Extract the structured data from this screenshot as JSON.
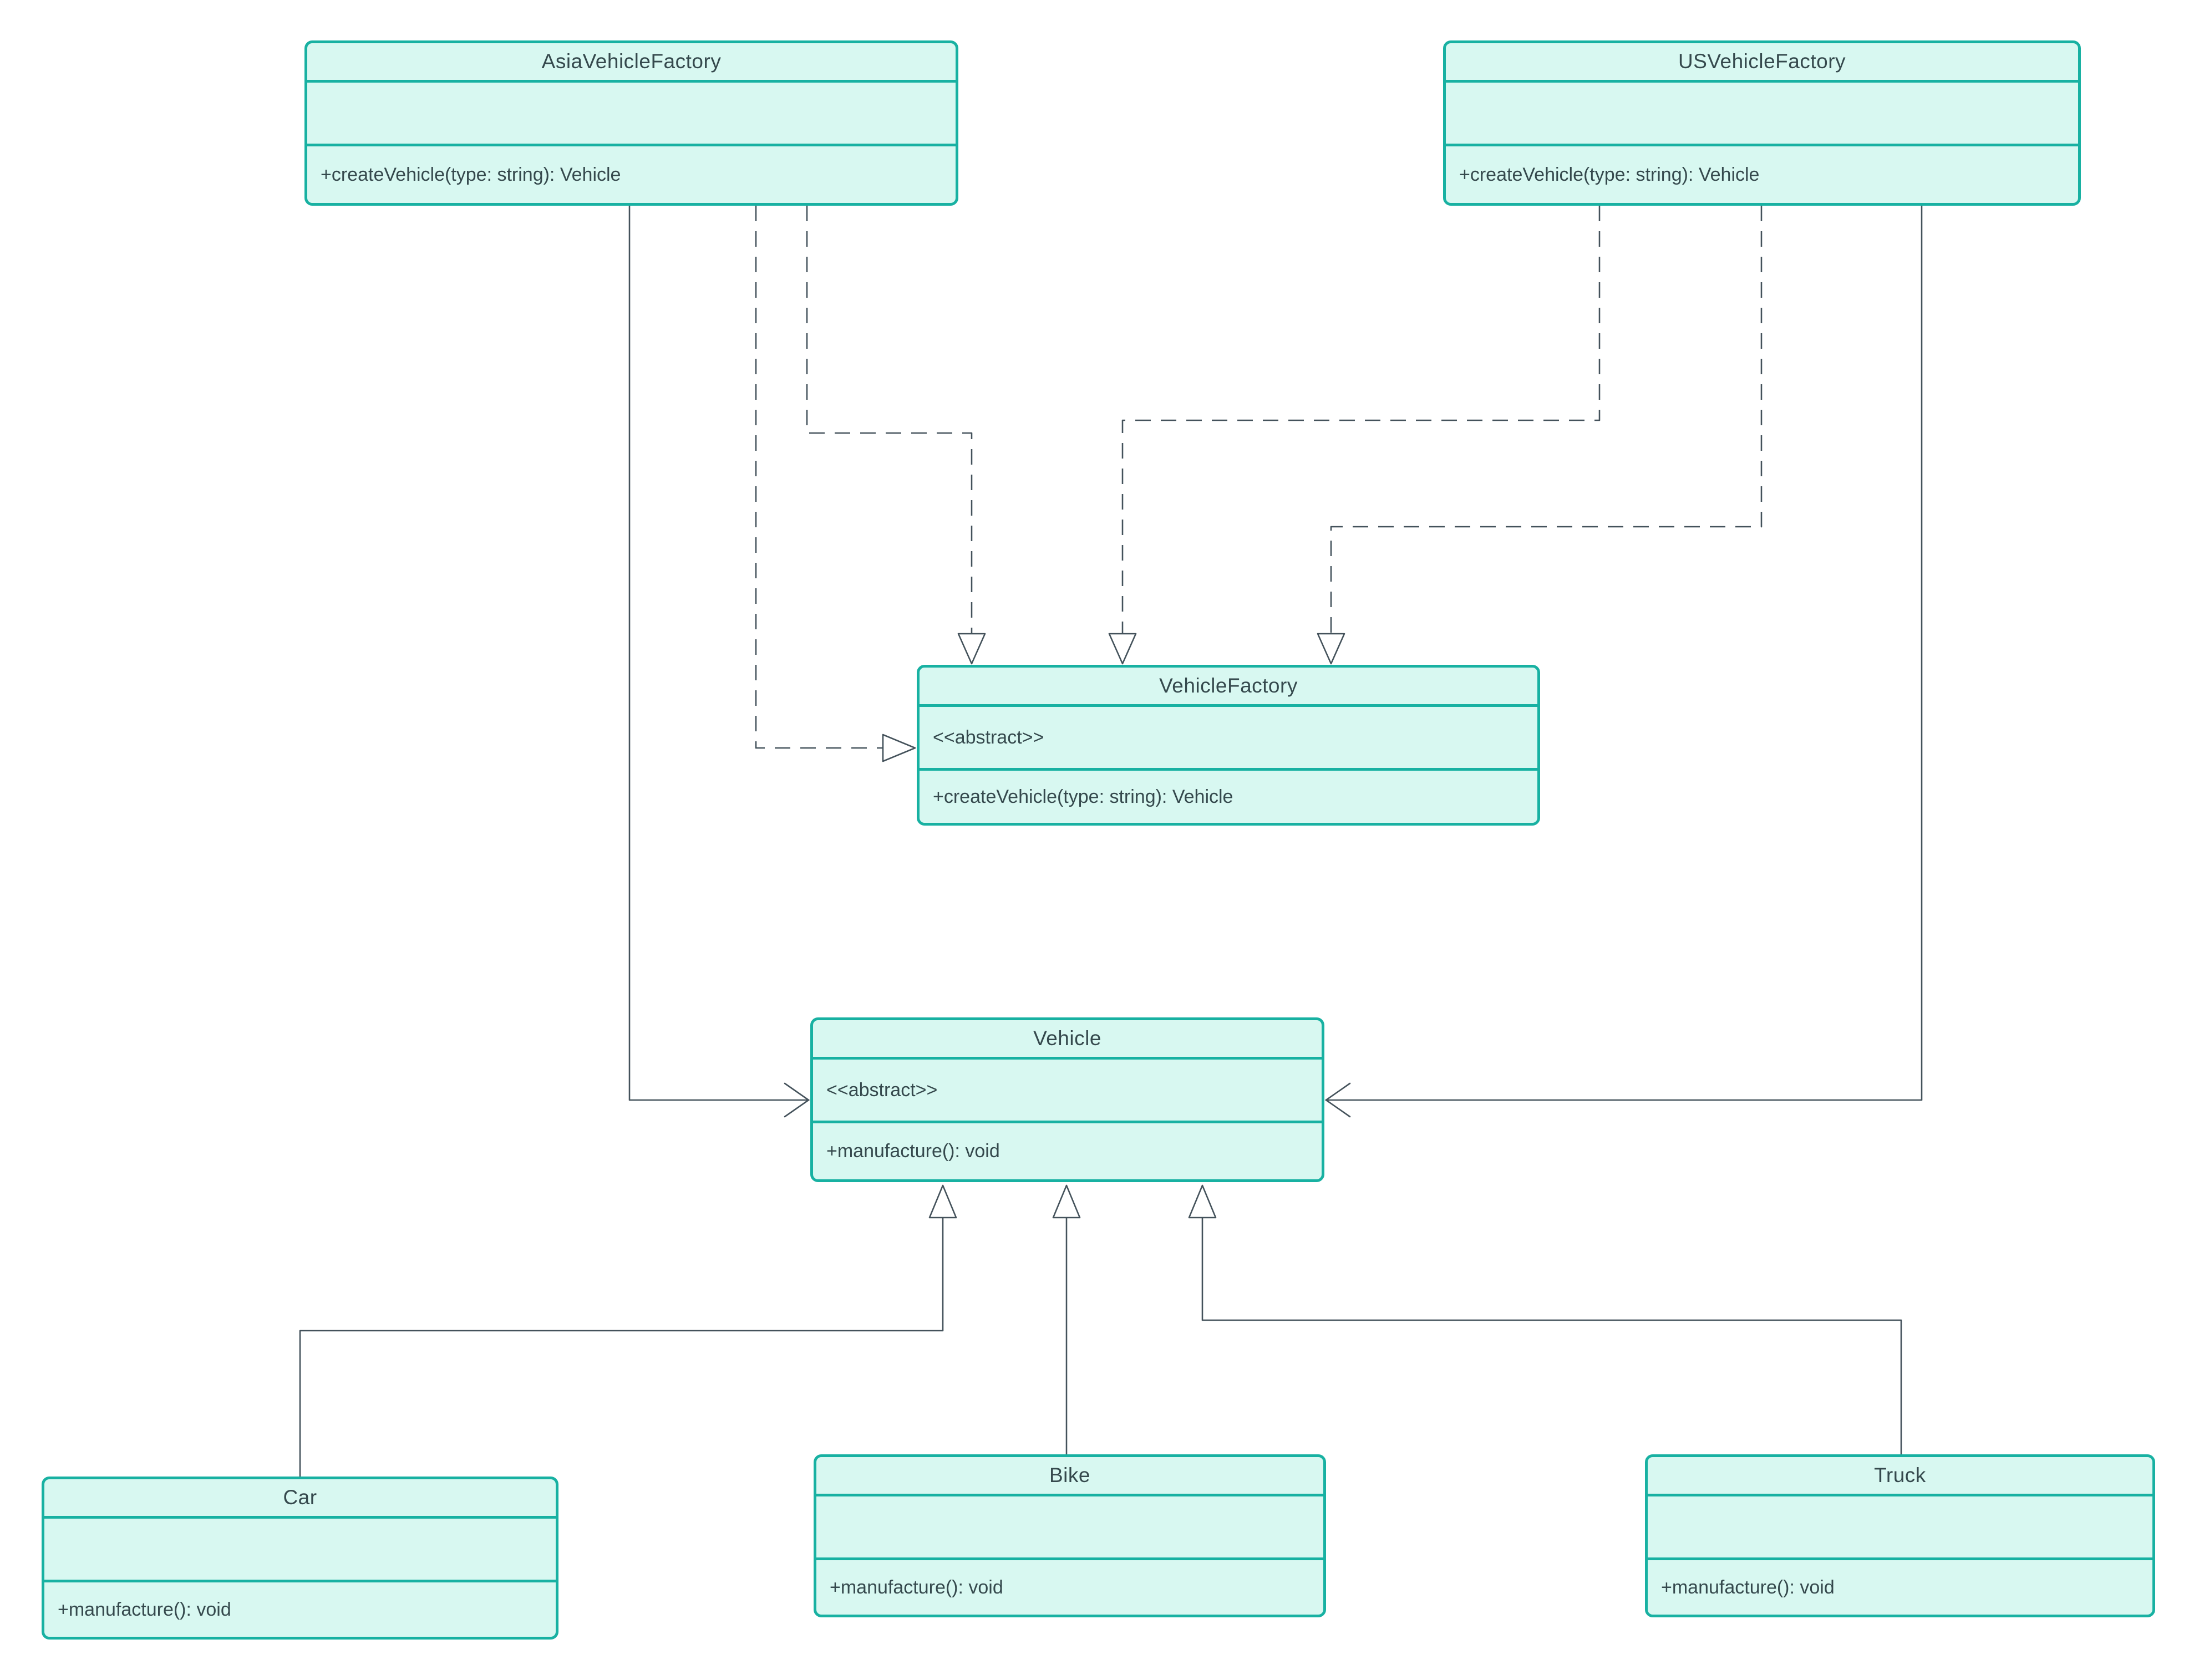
{
  "diagram": {
    "kind": "uml-class-diagram",
    "background_color": "#ffffff",
    "box_fill_color": "#d8f8f1",
    "box_border_color": "#18b1a2",
    "text_color": "#35494d",
    "line_color": "#44525b",
    "abstract_stereotype": "<<abstract>>"
  },
  "classes": [
    {
      "id": "asia-vehicle-factory",
      "name": "AsiaVehicleFactory",
      "stereotype": "",
      "attributes": [],
      "methods": [
        "+createVehicle(type: string): Vehicle"
      ]
    },
    {
      "id": "us-vehicle-factory",
      "name": "USVehicleFactory",
      "stereotype": "",
      "attributes": [],
      "methods": [
        "+createVehicle(type: string): Vehicle"
      ]
    },
    {
      "id": "vehicle-factory",
      "name": "VehicleFactory",
      "stereotype": "<<abstract>>",
      "attributes": [],
      "methods": [
        "+createVehicle(type: string): Vehicle"
      ]
    },
    {
      "id": "vehicle",
      "name": "Vehicle",
      "stereotype": "<<abstract>>",
      "attributes": [],
      "methods": [
        "+manufacture(): void"
      ]
    },
    {
      "id": "car",
      "name": "Car",
      "stereotype": "",
      "attributes": [],
      "methods": [
        "+manufacture(): void"
      ]
    },
    {
      "id": "bike",
      "name": "Bike",
      "stereotype": "",
      "attributes": [],
      "methods": [
        "+manufacture(): void"
      ]
    },
    {
      "id": "truck",
      "name": "Truck",
      "stereotype": "",
      "attributes": [],
      "methods": [
        "+manufacture(): void"
      ]
    }
  ],
  "relationships": [
    {
      "from": "AsiaVehicleFactory",
      "to": "VehicleFactory",
      "type": "realization",
      "line": "dashed",
      "arrowhead": "hollow-triangle",
      "enters": "top"
    },
    {
      "from": "AsiaVehicleFactory",
      "to": "VehicleFactory",
      "type": "realization",
      "line": "dashed",
      "arrowhead": "hollow-triangle",
      "enters": "left"
    },
    {
      "from": "USVehicleFactory",
      "to": "VehicleFactory",
      "type": "realization",
      "line": "dashed",
      "arrowhead": "hollow-triangle",
      "enters": "top"
    },
    {
      "from": "USVehicleFactory",
      "to": "VehicleFactory",
      "type": "realization",
      "line": "dashed",
      "arrowhead": "hollow-triangle",
      "enters": "top"
    },
    {
      "from": "AsiaVehicleFactory",
      "to": "Vehicle",
      "type": "directed-association",
      "line": "solid",
      "arrowhead": "open",
      "enters": "left"
    },
    {
      "from": "USVehicleFactory",
      "to": "Vehicle",
      "type": "directed-association",
      "line": "solid",
      "arrowhead": "open",
      "enters": "right"
    },
    {
      "from": "Car",
      "to": "Vehicle",
      "type": "generalization",
      "line": "solid",
      "arrowhead": "hollow-triangle",
      "enters": "bottom"
    },
    {
      "from": "Bike",
      "to": "Vehicle",
      "type": "generalization",
      "line": "solid",
      "arrowhead": "hollow-triangle",
      "enters": "bottom"
    },
    {
      "from": "Truck",
      "to": "Vehicle",
      "type": "generalization",
      "line": "solid",
      "arrowhead": "hollow-triangle",
      "enters": "bottom"
    }
  ]
}
